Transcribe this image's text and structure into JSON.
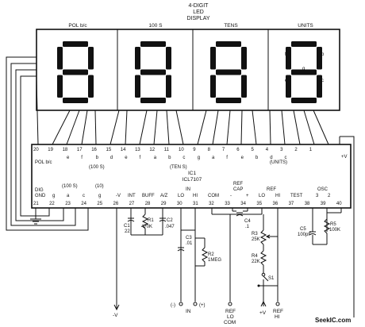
{
  "header": {
    "line1": "4-DIGIT",
    "line2": "LED",
    "line3": "DISPLAY"
  },
  "digits": [
    {
      "label": "POL b/c"
    },
    {
      "label": "100 S"
    },
    {
      "label": "TENS"
    },
    {
      "label": "UNITS"
    }
  ],
  "segment_letters": {
    "f": "f",
    "b": "b",
    "g": "g",
    "e": "e",
    "c": "c",
    "d": "d"
  },
  "top_pins": [
    "20",
    "19",
    "18",
    "17",
    "16",
    "15",
    "14",
    "13",
    "12",
    "11",
    "10",
    "9",
    "8",
    "7",
    "6",
    "5",
    "4",
    "3",
    "2",
    "1"
  ],
  "top_letters": [
    "e",
    "f",
    "b",
    "d",
    "e",
    "f",
    "a",
    "b",
    "c",
    "g",
    "a",
    "f",
    "e",
    "b",
    "d",
    "c"
  ],
  "ic": {
    "pol_label": "POL b/c",
    "group_100": "(100 S)",
    "group_tens": "(TEN S)",
    "group_units": "(UNITS)",
    "name": "IC1",
    "part": "ICL7107",
    "vplus": "+V",
    "dig_gnd_1": "DIG",
    "dig_gnd_2": "GND",
    "bottom_group_100": "(100 S)",
    "bottom_group_10": "(10)"
  },
  "bottom_letters": [
    {
      "key": "g1",
      "text": "g"
    },
    {
      "key": "a",
      "text": "a"
    },
    {
      "key": "c",
      "text": "c"
    },
    {
      "key": "g2",
      "text": "g"
    }
  ],
  "bottom_func": [
    "-V",
    "INT",
    "BUFF",
    "A/Z",
    "LO",
    "HI",
    "COM",
    "-",
    "+",
    "LO",
    "HI",
    "TEST",
    "3",
    "2"
  ],
  "bottom_labels": {
    "in": "IN",
    "ref_cap": "REF",
    "ref_cap2": "CAP",
    "ref": "REF",
    "osc": "OSC"
  },
  "bottom_pins": [
    "21",
    "22",
    "23",
    "24",
    "25",
    "26",
    "27",
    "28",
    "29",
    "30",
    "31",
    "32",
    "33",
    "34",
    "35",
    "36",
    "37",
    "38",
    "39",
    "40"
  ],
  "components": {
    "c1": {
      "name": "C1",
      "value": "22"
    },
    "r1": {
      "name": "R1",
      "value": "470K"
    },
    "c2": {
      "name": "C2",
      "value": ".047"
    },
    "c3": {
      "name": "C3",
      "value": ".01"
    },
    "r2": {
      "name": "R2",
      "value": "1MEG"
    },
    "c4": {
      "name": "C4",
      "value": ".1"
    },
    "r3": {
      "name": "R3",
      "value": "25K"
    },
    "r4": {
      "name": "R4",
      "value": "22K"
    },
    "s1": {
      "name": "S1"
    },
    "c5": {
      "name": "C5",
      "value": "100pF"
    },
    "r5": {
      "name": "R5",
      "value": "100K"
    }
  },
  "terminals": {
    "minus_v": "-V",
    "in_minus": "(-)",
    "in": "IN",
    "in_plus": "(+)",
    "ref_lo_1": "REF",
    "ref_lo_2": "LO",
    "ref_lo_3": "COM",
    "plus_v": "+V",
    "ref_hi_1": "REF",
    "ref_hi_2": "HI"
  },
  "watermark": "SeekIC.com"
}
